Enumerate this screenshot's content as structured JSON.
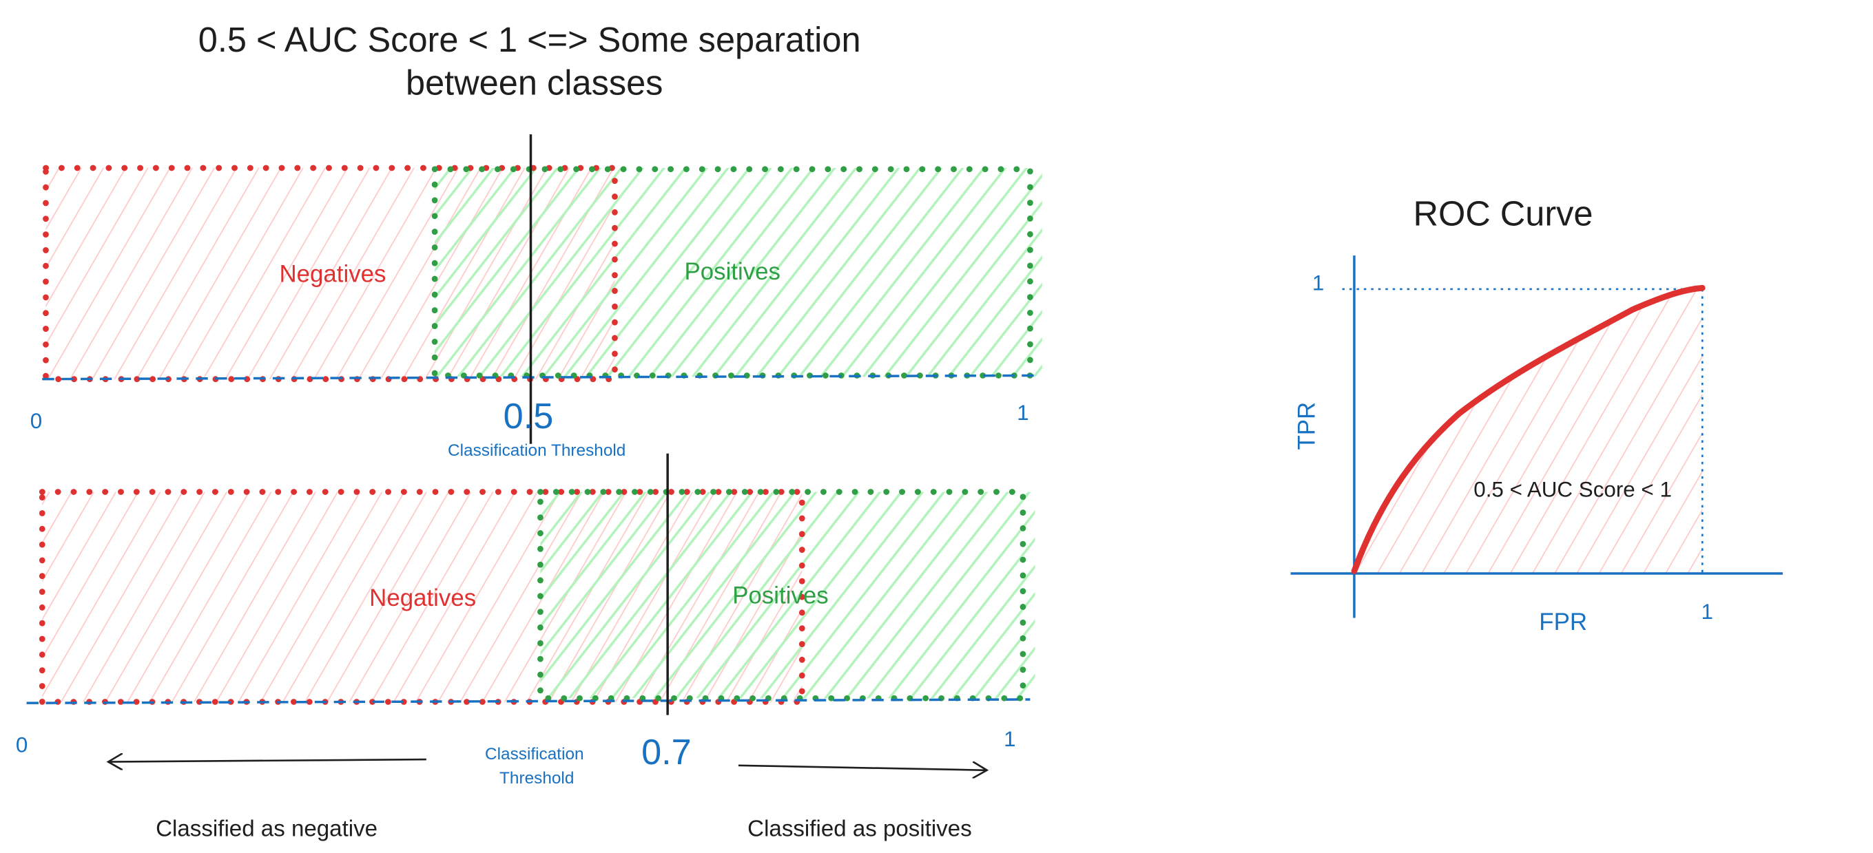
{
  "title": {
    "line1": "0.5 < AUC Score < 1 <=> Some separation",
    "line2": "between classes"
  },
  "top_panel": {
    "negatives_label": "Negatives",
    "positives_label": "Positives",
    "axis_start": "0",
    "axis_end": "1",
    "threshold_value": "0.5",
    "threshold_label": "Classification Threshold"
  },
  "bottom_panel": {
    "negatives_label": "Negatives",
    "positives_label": "Positives",
    "axis_start": "0",
    "axis_end": "1",
    "threshold_value": "0.7",
    "threshold_label_line1": "Classification",
    "threshold_label_line2": "Threshold",
    "left_caption": "Classified as negative",
    "right_caption": "Classified as positives"
  },
  "roc": {
    "title": "ROC Curve",
    "y_label": "TPR",
    "x_label": "FPR",
    "y_tick": "1",
    "x_tick": "1",
    "area_label": "0.5 < AUC Score < 1"
  },
  "colors": {
    "negative": "#e03131",
    "positive": "#2f9e44",
    "axis": "#1971c2",
    "negative_hatch": "#ffc9c9",
    "positive_hatch": "#b2f2bb"
  }
}
